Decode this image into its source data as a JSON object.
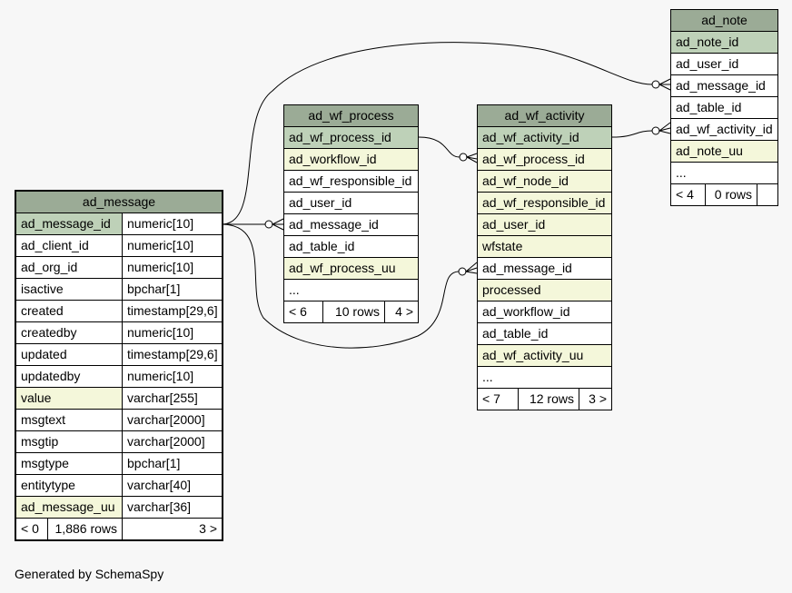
{
  "tables": {
    "ad_message": {
      "title": "ad_message",
      "columns": [
        {
          "name": "ad_message_id",
          "type": "numeric[10]",
          "kind": "pk"
        },
        {
          "name": "ad_client_id",
          "type": "numeric[10]",
          "kind": ""
        },
        {
          "name": "ad_org_id",
          "type": "numeric[10]",
          "kind": ""
        },
        {
          "name": "isactive",
          "type": "bpchar[1]",
          "kind": ""
        },
        {
          "name": "created",
          "type": "timestamp[29,6]",
          "kind": ""
        },
        {
          "name": "createdby",
          "type": "numeric[10]",
          "kind": ""
        },
        {
          "name": "updated",
          "type": "timestamp[29,6]",
          "kind": ""
        },
        {
          "name": "updatedby",
          "type": "numeric[10]",
          "kind": ""
        },
        {
          "name": "value",
          "type": "varchar[255]",
          "kind": "fk"
        },
        {
          "name": "msgtext",
          "type": "varchar[2000]",
          "kind": ""
        },
        {
          "name": "msgtip",
          "type": "varchar[2000]",
          "kind": ""
        },
        {
          "name": "msgtype",
          "type": "bpchar[1]",
          "kind": ""
        },
        {
          "name": "entitytype",
          "type": "varchar[40]",
          "kind": ""
        },
        {
          "name": "ad_message_uu",
          "type": "varchar[36]",
          "kind": "fk"
        }
      ],
      "footer": {
        "parents": "< 0",
        "rows": "1,886 rows",
        "children": "3 >"
      }
    },
    "ad_wf_process": {
      "title": "ad_wf_process",
      "columns": [
        {
          "name": "ad_wf_process_id",
          "kind": "pk"
        },
        {
          "name": "ad_workflow_id",
          "kind": "fk"
        },
        {
          "name": "ad_wf_responsible_id",
          "kind": ""
        },
        {
          "name": "ad_user_id",
          "kind": ""
        },
        {
          "name": "ad_message_id",
          "kind": ""
        },
        {
          "name": "ad_table_id",
          "kind": ""
        },
        {
          "name": "ad_wf_process_uu",
          "kind": "fk"
        },
        {
          "name": "...",
          "kind": ""
        }
      ],
      "footer": {
        "parents": "< 6",
        "rows": "10 rows",
        "children": "4 >"
      }
    },
    "ad_wf_activity": {
      "title": "ad_wf_activity",
      "columns": [
        {
          "name": "ad_wf_activity_id",
          "kind": "pk"
        },
        {
          "name": "ad_wf_process_id",
          "kind": "fk"
        },
        {
          "name": "ad_wf_node_id",
          "kind": "fk"
        },
        {
          "name": "ad_wf_responsible_id",
          "kind": "fk"
        },
        {
          "name": "ad_user_id",
          "kind": "fk"
        },
        {
          "name": "wfstate",
          "kind": "fk"
        },
        {
          "name": "ad_message_id",
          "kind": ""
        },
        {
          "name": "processed",
          "kind": "fk"
        },
        {
          "name": "ad_workflow_id",
          "kind": ""
        },
        {
          "name": "ad_table_id",
          "kind": ""
        },
        {
          "name": "ad_wf_activity_uu",
          "kind": "fk"
        },
        {
          "name": "...",
          "kind": ""
        }
      ],
      "footer": {
        "parents": "< 7",
        "rows": "12 rows",
        "children": "3 >"
      }
    },
    "ad_note": {
      "title": "ad_note",
      "columns": [
        {
          "name": "ad_note_id",
          "kind": "pk"
        },
        {
          "name": "ad_user_id",
          "kind": ""
        },
        {
          "name": "ad_message_id",
          "kind": ""
        },
        {
          "name": "ad_table_id",
          "kind": ""
        },
        {
          "name": "ad_wf_activity_id",
          "kind": ""
        },
        {
          "name": "ad_note_uu",
          "kind": "fk"
        },
        {
          "name": "...",
          "kind": ""
        }
      ],
      "footer": {
        "parents": "< 4",
        "rows": "0 rows",
        "children": ""
      }
    }
  },
  "colors": {
    "header": "#9bab96",
    "primary_key": "#bed1b8",
    "foreign_key": "#f4f7da",
    "background": "#f7f7f7"
  },
  "footer_text": "Generated by SchemaSpy"
}
